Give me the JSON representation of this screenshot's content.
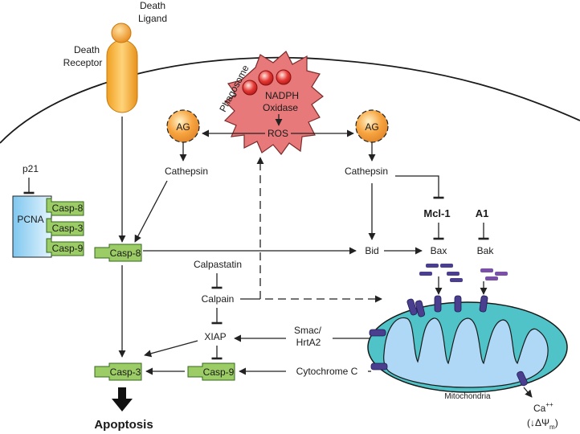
{
  "labels": {
    "death_ligand_1": "Death",
    "death_ligand_2": "Ligand",
    "death_receptor_1": "Death",
    "death_receptor_2": "Receptor",
    "phagosome": "Phagosome",
    "nadph_1": "NADPH",
    "nadph_2": "Oxidase",
    "ros": "ROS",
    "ag_left": "AG",
    "ag_right": "AG",
    "cathepsin_left": "Cathepsin",
    "cathepsin_right": "Cathepsin",
    "p21": "p21",
    "pcna": "PCNA",
    "pcna_casp8": "Casp-8",
    "pcna_casp3": "Casp-3",
    "pcna_casp9": "Casp-9",
    "casp8": "Casp-8",
    "casp3": "Casp-3",
    "casp9": "Casp-9",
    "bid": "Bid",
    "mcl1": "Mcl-1",
    "a1": "A1",
    "bax": "Bax",
    "bak": "Bak",
    "calpastatin": "Calpastatin",
    "calpain": "Calpain",
    "xiap": "XIAP",
    "smac_1": "Smac/",
    "smac_2": "HrtA2",
    "cytochrome": "Cytochrome C",
    "mitochondria": "Mitochondria",
    "ca": "Ca",
    "ca_sup": "++",
    "dpsi": "ΔΨ",
    "dpsi_sub": "m",
    "apoptosis": "Apoptosis"
  },
  "colors": {
    "membrane": "#1a1a1a",
    "receptor": "#f5a623",
    "ligand": "#f39c12",
    "phagosome": "#e57373",
    "granule": "#e53935",
    "ag": "#f7a440",
    "caspase": "#9ccc65",
    "pcna": "#b3e0f7",
    "mito_outer": "#4fc3c7",
    "mito_inner": "#a9d8f5",
    "channel": "#4a3f8f"
  }
}
